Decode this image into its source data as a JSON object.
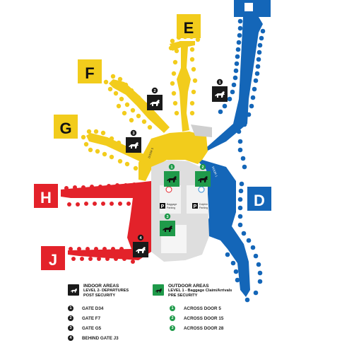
{
  "colors": {
    "yellow": "#f2cc1c",
    "yellow_dark": "#e2b400",
    "blue": "#1466b8",
    "red": "#e3222a",
    "green": "#1f9a4a",
    "gray_area": "#d9d9d9",
    "gate_gray": "#9a9a9a",
    "black": "#1a1a1a"
  },
  "concourses": [
    {
      "key": "E",
      "label": "E"
    },
    {
      "key": "F",
      "label": "F"
    },
    {
      "key": "G",
      "label": "G"
    },
    {
      "key": "H",
      "label": "H"
    },
    {
      "key": "J",
      "label": "J"
    },
    {
      "key": "D",
      "label": "D"
    }
  ],
  "map_labels": {
    "baggage": "Baggage\nParking",
    "dolphin": "Dolphin\nParking",
    "parking_letter": "P",
    "door_left": "DOOR 5",
    "door_right": "DOOR 1"
  },
  "indoor_markers": [
    "1",
    "2",
    "3",
    "4"
  ],
  "outdoor_markers": [
    "1",
    "2",
    "3"
  ],
  "legend": {
    "indoor": {
      "title": "INDOOR AREAS",
      "line2": "LEVEL 2- DEPARTURES",
      "line3": "POST SECURITY",
      "icon": "dog-relief-icon",
      "items": [
        {
          "num": "1",
          "label": "GATE D34"
        },
        {
          "num": "2",
          "label": "GATE F7"
        },
        {
          "num": "3",
          "label": "GATE G5"
        },
        {
          "num": "4",
          "label": "BEHIND GATE J3"
        }
      ]
    },
    "outdoor": {
      "title": "OUTDOOR AREAS",
      "line2": "LEVEL 1 - Baggage Claim/Arrivals",
      "line3": "PRE SECURITY",
      "icon": "dog-relief-icon",
      "items": [
        {
          "num": "1",
          "label": "ACROSS DOOR 5"
        },
        {
          "num": "2",
          "label": "ACROSS DOOR 15"
        },
        {
          "num": "3",
          "label": "ACROSS DOOR 28"
        }
      ]
    }
  }
}
